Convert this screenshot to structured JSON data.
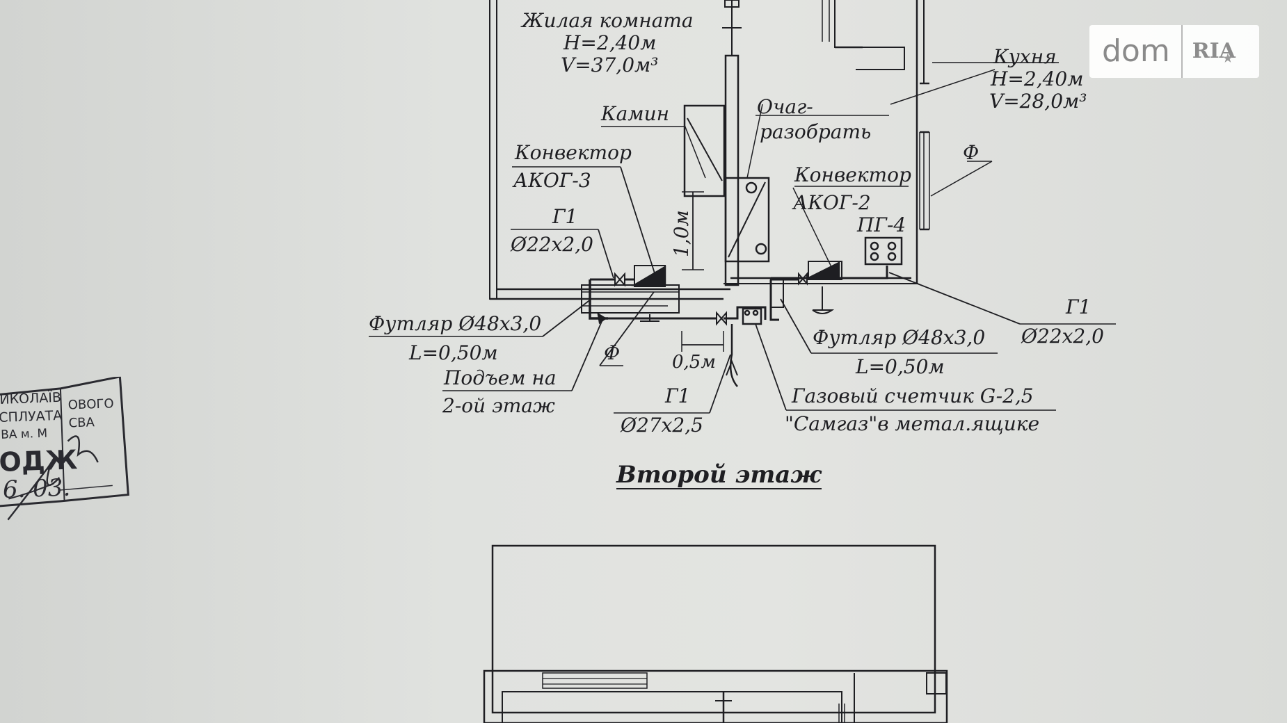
{
  "watermark": {
    "left_text": "dom",
    "right_text": "RIA",
    "star_icon": "star-icon"
  },
  "heading": "Второй этаж",
  "labels": {
    "living_room": {
      "name": "Жилая комната",
      "height": "H=2,40м",
      "volume": "V=37,0м³"
    },
    "kitchen": {
      "name": "Кухня",
      "height": "H=2,40м",
      "volume": "V=28,0м³"
    },
    "fireplace": "Камин",
    "hearth_1": "Очаг-",
    "hearth_2": "разобрать",
    "convector_left_1": "Конвектор",
    "convector_left_2": "АКОГ-3",
    "convector_right_1": "Конвектор",
    "convector_right_2": "АКОГ-2",
    "stove": "ПГ-4",
    "phi_right": "Ф",
    "g1_left": "Г1",
    "pipe_left": "Ø22x2,0",
    "dim_vertical": "1,0м",
    "sleeve_left": "Футляр Ø48x3,0",
    "len_left": "L=0,50м",
    "phi_left": "Ф",
    "riser_1": "Подъем на",
    "riser_2": "2-ой этаж",
    "dim_horizontal": "0,5м",
    "g1_bottom": "Г1",
    "pipe_bottom": "Ø27x2,5",
    "sleeve_right": "Футляр Ø48x3,0",
    "len_right": "L=0,50м",
    "g1_right": "Г1",
    "pipe_right": "Ø22x2,0",
    "meter_1": "Газовый счетчик G-2,5",
    "meter_2": "\"Самгаз\"в метал.ящике"
  },
  "stamp": {
    "line1": "ИКОЛАЇВ",
    "line1b": "ОВОГО",
    "line2": "СПЛУАТА",
    "line2b": "СВА",
    "line3": "ВА м. М",
    "line4": "ОДЖ",
    "date": "6. 03."
  }
}
